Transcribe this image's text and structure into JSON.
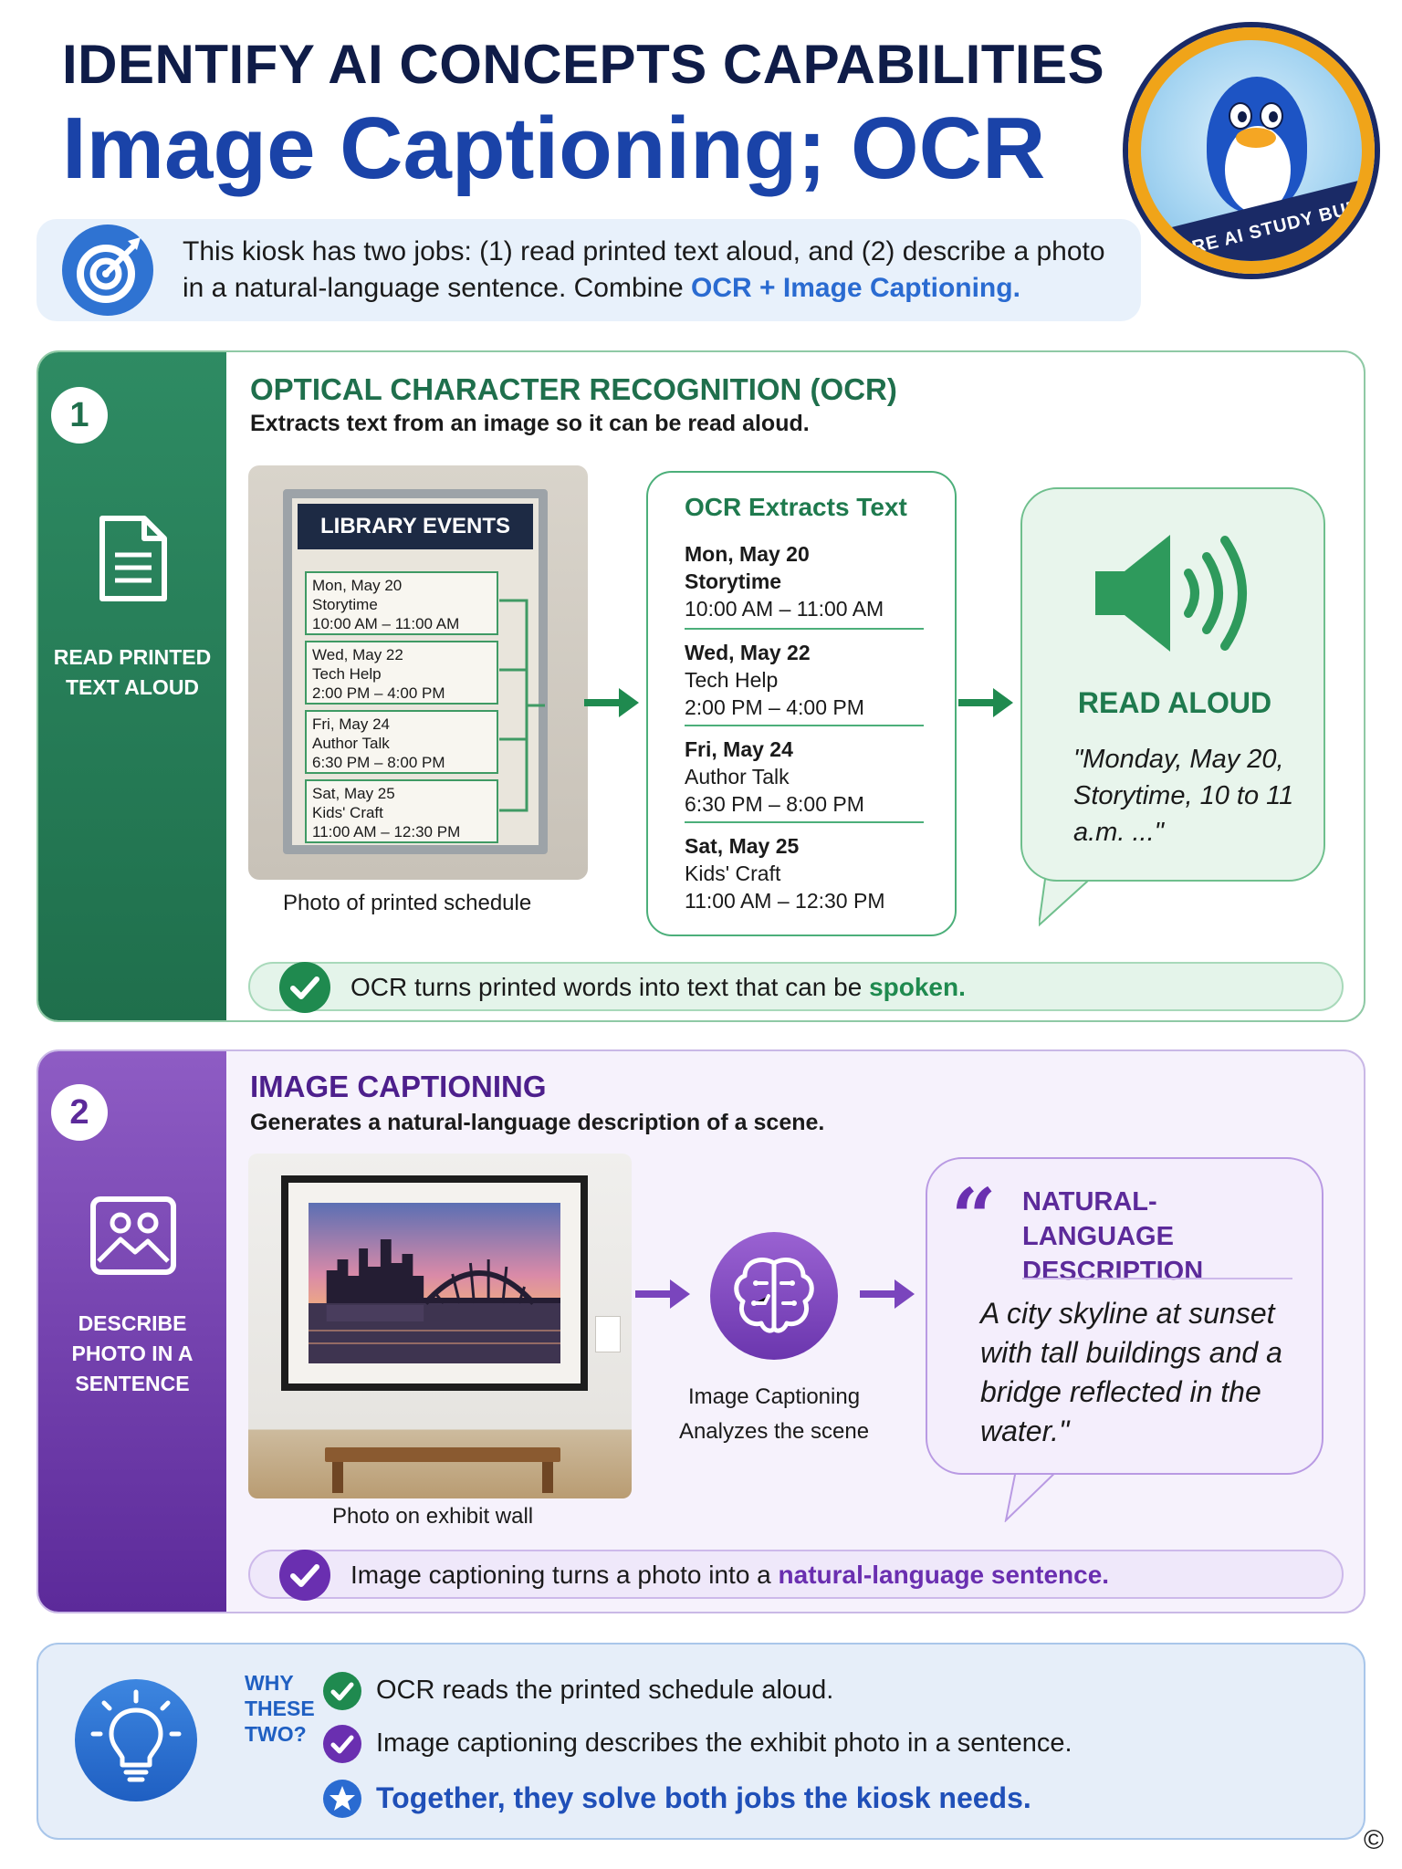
{
  "header": {
    "title_line1": "IDENTIFY AI CONCEPTS CAPABILITIES",
    "title_line2": "Image Captioning; OCR",
    "badge_text": "AZURE AI STUDY BUDDY"
  },
  "intro": {
    "text_before": "This kiosk has two jobs: (1) read printed text aloud, and (2) describe a photo in a natural-language sentence. Combine ",
    "highlight": "OCR + Image Captioning."
  },
  "ocr_section": {
    "number": "1",
    "side_label": "READ PRINTED TEXT ALOUD",
    "title": "OPTICAL CHARACTER RECOGNITION (OCR)",
    "subtitle": "Extracts text from an image so it can be read aloud.",
    "poster": {
      "heading": "LIBRARY EVENTS",
      "items": [
        {
          "day": "Mon, May 20",
          "event": "Storytime",
          "time": "10:00 AM – 11:00 AM"
        },
        {
          "day": "Wed, May 22",
          "event": "Tech Help",
          "time": "2:00 PM – 4:00 PM"
        },
        {
          "day": "Fri, May 24",
          "event": "Author Talk",
          "time": "6:30 PM – 8:00 PM"
        },
        {
          "day": "Sat, May 25",
          "event": "Kids' Craft",
          "time": "11:00 AM – 12:30 PM"
        }
      ]
    },
    "photo_caption": "Photo of printed schedule",
    "extract_title": "OCR Extracts Text",
    "extracted": [
      {
        "day": "Mon, May 20",
        "event": "Storytime",
        "time": "10:00 AM – 11:00 AM"
      },
      {
        "day": "Wed, May 22",
        "event": "Tech Help",
        "time": "2:00 PM – 4:00 PM"
      },
      {
        "day": "Fri, May 24",
        "event": "Author Talk",
        "time": "6:30 PM – 8:00 PM"
      },
      {
        "day": "Sat, May 25",
        "event": "Kids' Craft",
        "time": "11:00 AM – 12:30 PM"
      }
    ],
    "read_aloud_title": "READ ALOUD",
    "read_aloud_quote": "\"Monday, May 20, Storytime, 10 to 11 a.m. ...\"",
    "summary_before": "OCR turns printed words into text that can be ",
    "summary_highlight": "spoken."
  },
  "caption_section": {
    "number": "2",
    "side_label": "DESCRIBE PHOTO IN A SENTENCE",
    "title": "IMAGE CAPTIONING",
    "subtitle": "Generates a natural-language description of a scene.",
    "photo_caption": "Photo on exhibit wall",
    "analyzer_line1": "Image Captioning",
    "analyzer_line2": "Analyzes the scene",
    "description_title": "NATURAL-LANGUAGE DESCRIPTION",
    "description_quote": "A city skyline at sunset with tall buildings and a bridge reflected in the water.\"",
    "summary_before": "Image captioning turns a photo into a ",
    "summary_highlight": "natural-language sentence."
  },
  "why": {
    "label": "WHY THESE TWO?",
    "rows": [
      {
        "text": "OCR reads the printed schedule aloud."
      },
      {
        "text": "Image captioning describes the exhibit photo in a sentence."
      },
      {
        "text": "Together, they solve both jobs the kiosk needs."
      }
    ]
  },
  "footer": {
    "copyright": "©"
  },
  "colors": {
    "navy": "#0f1c48",
    "blue": "#1a43a8",
    "green": "#1f7a4e",
    "purple": "#6a2fb0",
    "accent_blue": "#2a6bd1"
  }
}
